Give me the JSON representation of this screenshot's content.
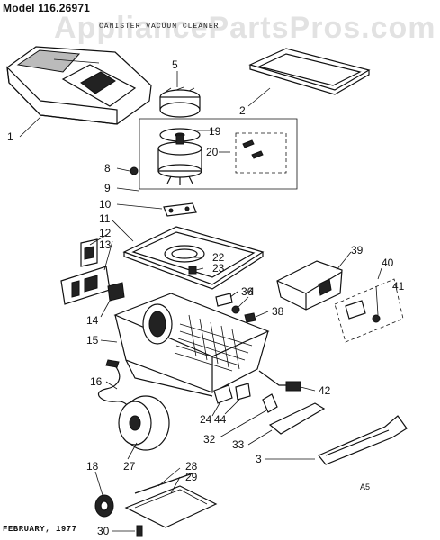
{
  "header": {
    "model": "Model 116.26971"
  },
  "subtitle": "CANISTER VACUUM CLEANER",
  "watermark": "AppliancePartsPros.com",
  "footer": {
    "date": "FEBRUARY, 1977",
    "code": "A5"
  },
  "parts": [
    {
      "id": "1",
      "text": "1"
    },
    {
      "id": "2",
      "text": "2"
    },
    {
      "id": "3",
      "text": "3"
    },
    {
      "id": "4",
      "text": "4"
    },
    {
      "id": "5",
      "text": "5"
    },
    {
      "id": "8",
      "text": "8"
    },
    {
      "id": "9",
      "text": "9"
    },
    {
      "id": "10",
      "text": "10"
    },
    {
      "id": "11",
      "text": "11"
    },
    {
      "id": "12",
      "text": "12"
    },
    {
      "id": "13",
      "text": "13"
    },
    {
      "id": "14",
      "text": "14"
    },
    {
      "id": "15",
      "text": "15"
    },
    {
      "id": "16",
      "text": "16"
    },
    {
      "id": "18",
      "text": "18"
    },
    {
      "id": "19",
      "text": "19"
    },
    {
      "id": "20",
      "text": "20"
    },
    {
      "id": "22",
      "text": "22"
    },
    {
      "id": "23",
      "text": "23"
    },
    {
      "id": "24",
      "text": "24"
    },
    {
      "id": "27",
      "text": "27"
    },
    {
      "id": "28",
      "text": "28"
    },
    {
      "id": "29",
      "text": "29"
    },
    {
      "id": "30",
      "text": "30"
    },
    {
      "id": "32",
      "text": "32"
    },
    {
      "id": "33",
      "text": "33"
    },
    {
      "id": "36",
      "text": "36"
    },
    {
      "id": "38",
      "text": "38"
    },
    {
      "id": "39",
      "text": "39"
    },
    {
      "id": "40",
      "text": "40"
    },
    {
      "id": "41",
      "text": "41"
    },
    {
      "id": "42",
      "text": "42"
    },
    {
      "id": "44",
      "text": "44"
    }
  ]
}
